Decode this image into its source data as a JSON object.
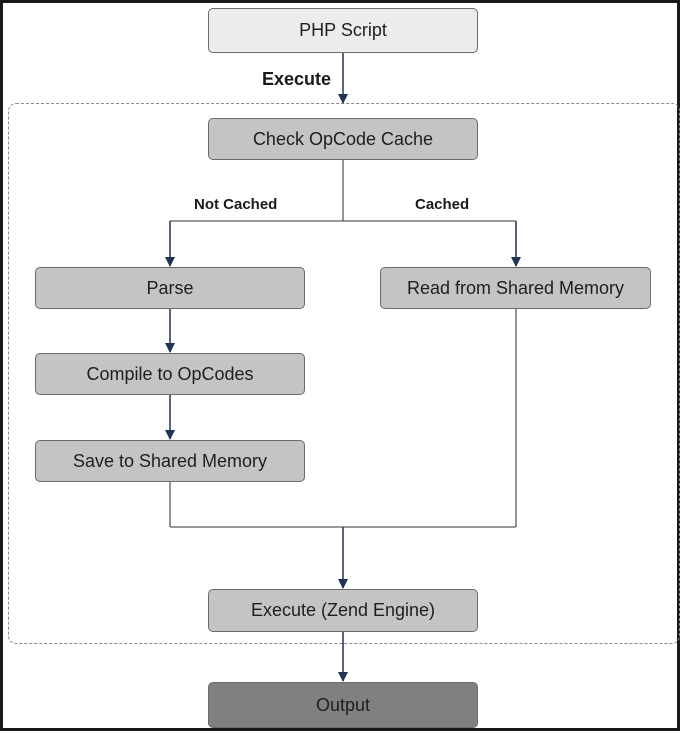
{
  "diagram": {
    "nodes": {
      "php_script": "PHP Script",
      "check_cache": "Check OpCode Cache",
      "parse": "Parse",
      "compile": "Compile to OpCodes",
      "save": "Save to Shared Memory",
      "read": "Read from Shared Memory",
      "execute_engine": "Execute (Zend Engine)",
      "output": "Output"
    },
    "edge_labels": {
      "execute": "Execute",
      "not_cached": "Not Cached",
      "cached": "Cached"
    },
    "colors": {
      "arrow": "#1f3352",
      "line": "#5a5a5a",
      "node_light": "#ececec",
      "node_mid": "#c4c4c4",
      "node_dark": "#808080"
    }
  }
}
